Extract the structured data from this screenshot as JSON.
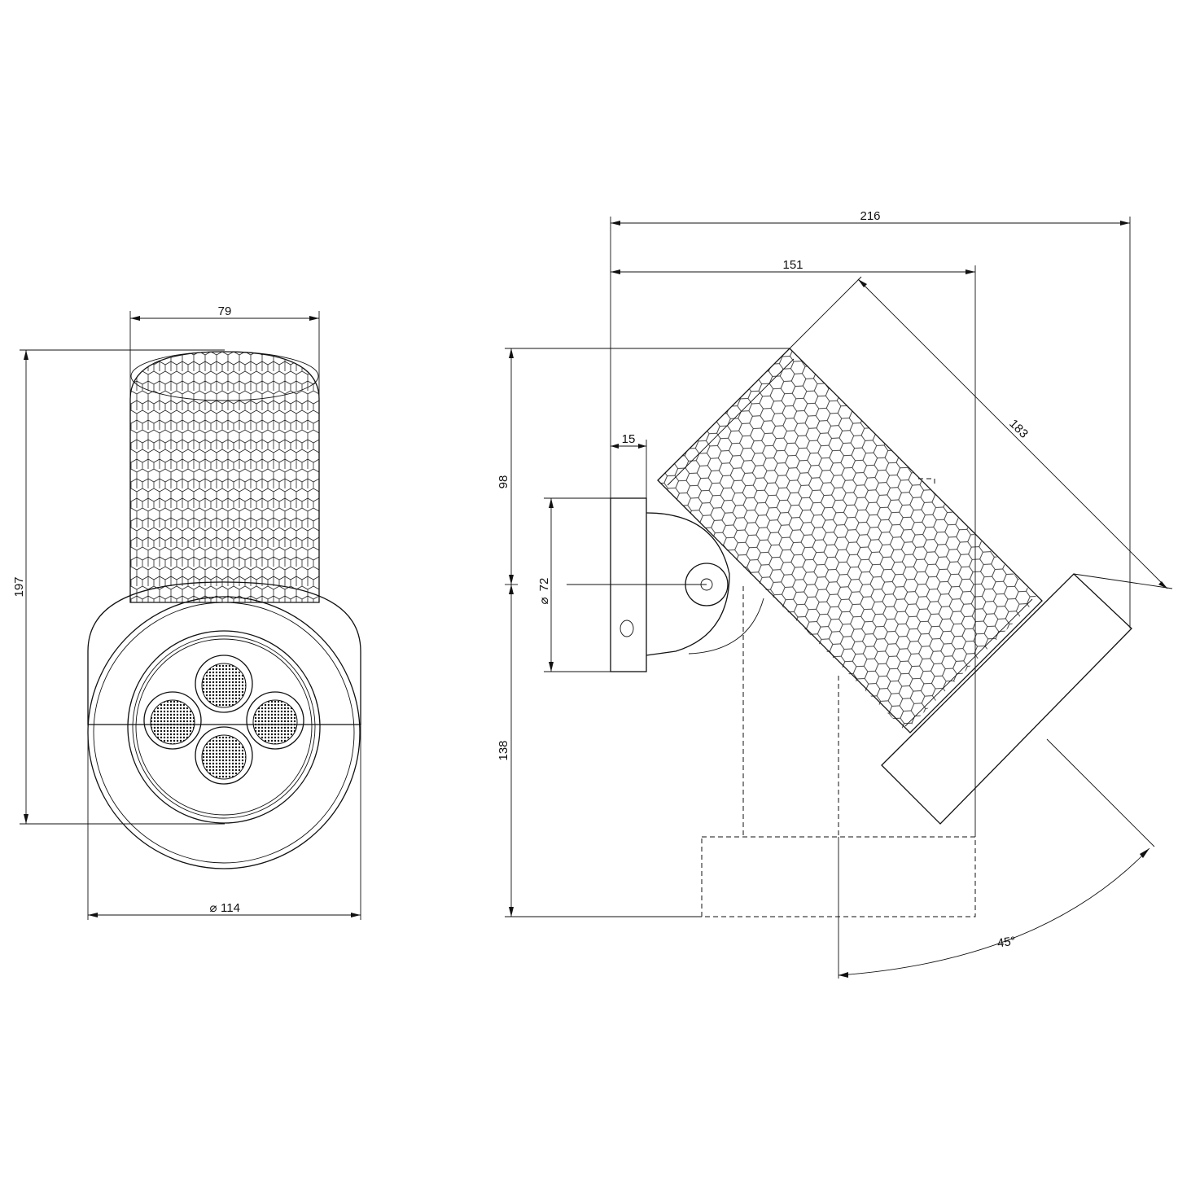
{
  "drawing": {
    "front_view": {
      "dim_width": "79",
      "dim_height": "197",
      "dim_diameter": "114",
      "diameter_symbol": "⌀"
    },
    "side_view": {
      "dim_overall_width": "216",
      "dim_arm_width": "151",
      "dim_plate_depth": "15",
      "dim_upper_height": "98",
      "dim_lower_height": "138",
      "dim_plate_diameter": "72",
      "dim_body_length": "183",
      "dim_angle": "45°",
      "diameter_symbol": "⌀"
    }
  }
}
